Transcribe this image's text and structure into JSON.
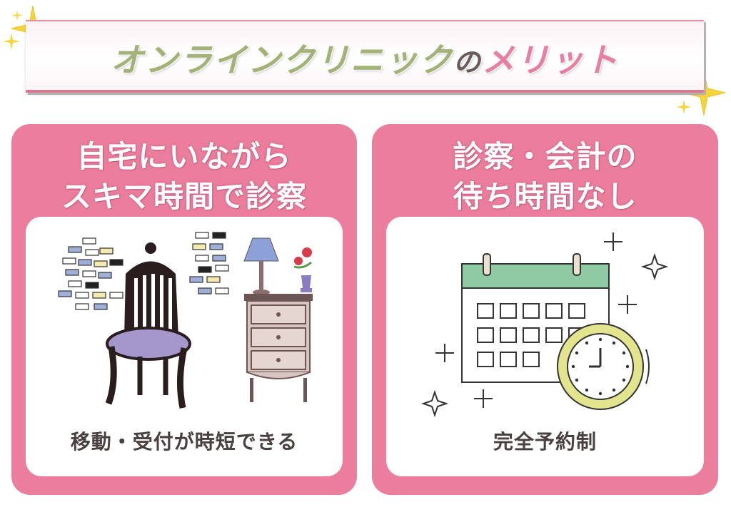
{
  "banner": {
    "title_part1": "オンラインクリニック",
    "title_particle": "の",
    "title_part2": "メリット"
  },
  "colors": {
    "card_pink": "#eb7d9d",
    "title_green": "#a3b276",
    "title_pink": "#e77fa0",
    "calendar_green": "#8fcaa5",
    "clock_yellow": "#e2e58e",
    "sparkle_gold": "#f5d53a"
  },
  "cards": [
    {
      "title_line1": "自宅にいながら",
      "title_line2": "スキマ時間で診察",
      "caption": "移動・受付が時短できる",
      "illustration": "chair-and-dresser-illustration"
    },
    {
      "title_line1": "診察・会計の",
      "title_line2": "待ち時間なし",
      "caption": "完全予約制",
      "illustration": "calendar-and-clock-illustration"
    }
  ]
}
